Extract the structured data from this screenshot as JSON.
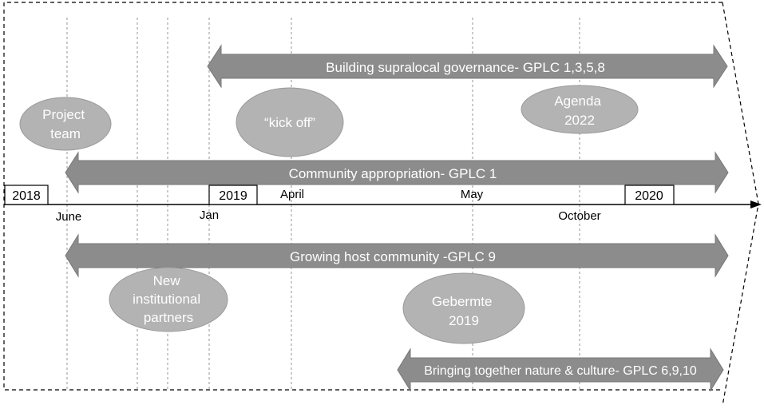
{
  "colors": {
    "arrow_fill": "#8c8c8c",
    "arrow_text": "#ffffff",
    "ellipse_fill": "#b3b3b3",
    "ellipse_text": "#ffffff",
    "axis": "#000000",
    "guide_line": "#a6a6a6",
    "frame": "#000000"
  },
  "year_boxes": {
    "y2018": "2018",
    "y2019": "2019",
    "y2020": "2020"
  },
  "month_labels": {
    "june": "June",
    "jan": "Jan",
    "april": "April",
    "may": "May",
    "october": "October"
  },
  "arrows": {
    "building": "Building supralocal governance- GPLC 1,3,5,8",
    "community": "Community appropriation- GPLC 1",
    "growing": "Growing host community -GPLC 9",
    "bringing": "Bringing together nature & culture- GPLC 6,9,10"
  },
  "ellipses": {
    "project_team": [
      "Project",
      "team"
    ],
    "kick_off": [
      "“kick off”"
    ],
    "agenda": [
      "Agenda",
      "2022"
    ],
    "institutional": [
      "New",
      "institutional",
      "partners"
    ],
    "gebermte": [
      "Gebermte",
      "2019"
    ]
  }
}
